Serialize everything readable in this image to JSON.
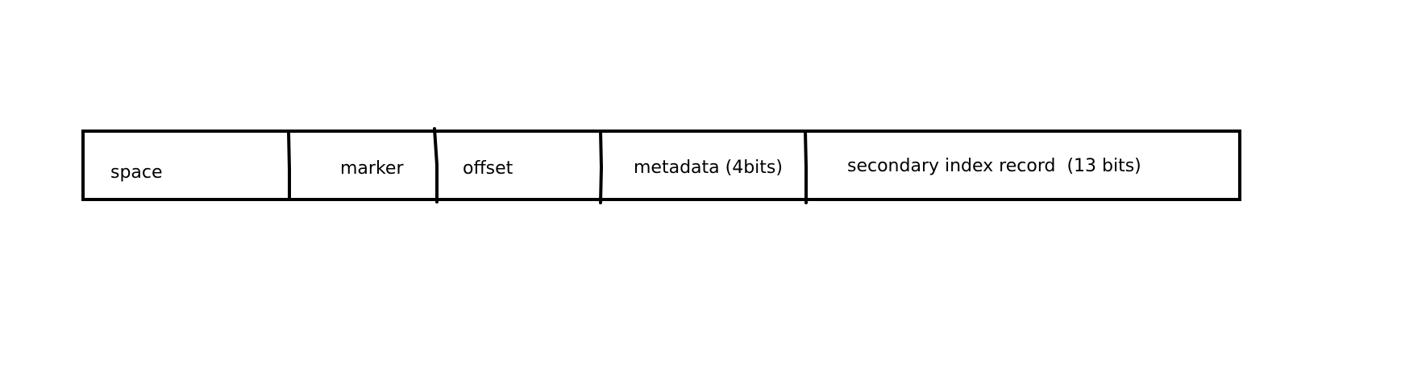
{
  "diagram": {
    "stroke_color": "#000000",
    "background": "#ffffff",
    "fields": [
      {
        "id": "space",
        "label": "space"
      },
      {
        "id": "marker",
        "label": "marker"
      },
      {
        "id": "offset",
        "label": "offset"
      },
      {
        "id": "metadata",
        "label": "metadata (4bits)"
      },
      {
        "id": "secondary-index-record",
        "label": "secondary index record  (13 bits)"
      }
    ]
  }
}
